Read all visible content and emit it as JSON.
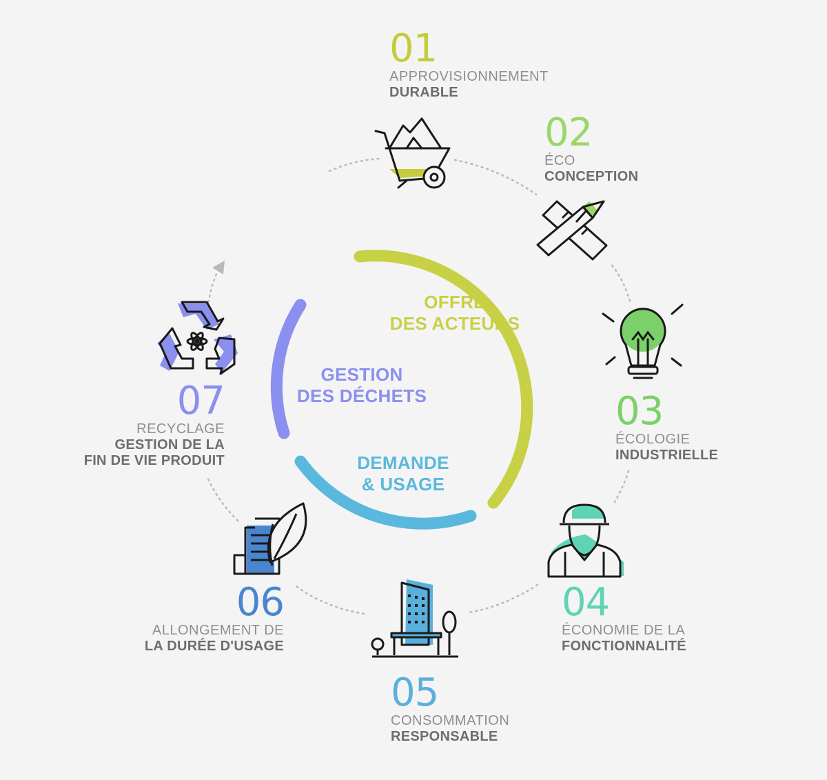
{
  "colors": {
    "background": "#f4f4f4",
    "offre": "#c8d045",
    "gestion": "#8a8ff0",
    "demande": "#5ab8dc",
    "step_01": "#c4cc3c",
    "step_02": "#9ad76a",
    "step_03": "#7bd06a",
    "step_04": "#5ed3b6",
    "step_05": "#5ab0dc",
    "step_06": "#4a86cf",
    "step_07": "#8a8ff0",
    "dots": "#b9b9b9",
    "icon_stroke": "#1a1a1a"
  },
  "center": {
    "offre": [
      "OFFRE",
      "DES ACTEURS"
    ],
    "gestion": [
      "GESTION",
      "DES DÉCHETS"
    ],
    "demande": [
      "DEMANDE",
      "& USAGE"
    ]
  },
  "steps": [
    {
      "num": "01",
      "line1": "APPROVISIONNEMENT",
      "line2": [
        "DURABLE"
      ],
      "icon": "wheelbarrow-icon"
    },
    {
      "num": "02",
      "line1": "ÉCO",
      "line2": [
        "CONCEPTION"
      ],
      "icon": "pencil-ruler-icon"
    },
    {
      "num": "03",
      "line1": "ÉCOLOGIE",
      "line2": [
        "INDUSTRIELLE"
      ],
      "icon": "lightbulb-icon"
    },
    {
      "num": "04",
      "line1": "ÉCONOMIE DE LA",
      "line2": [
        "FONCTIONNALITÉ"
      ],
      "icon": "worker-icon"
    },
    {
      "num": "05",
      "line1": "CONSOMMATION",
      "line2": [
        "RESPONSABLE"
      ],
      "icon": "building-icon"
    },
    {
      "num": "06",
      "line1": "ALLONGEMENT DE",
      "line2": [
        "LA DURÉE D'USAGE"
      ],
      "icon": "building-leaf-icon"
    },
    {
      "num": "07",
      "line1": "RECYCLAGE",
      "line2": [
        "GESTION DE LA",
        "FIN DE VIE PRODUIT"
      ],
      "icon": "recycle-icon"
    }
  ]
}
